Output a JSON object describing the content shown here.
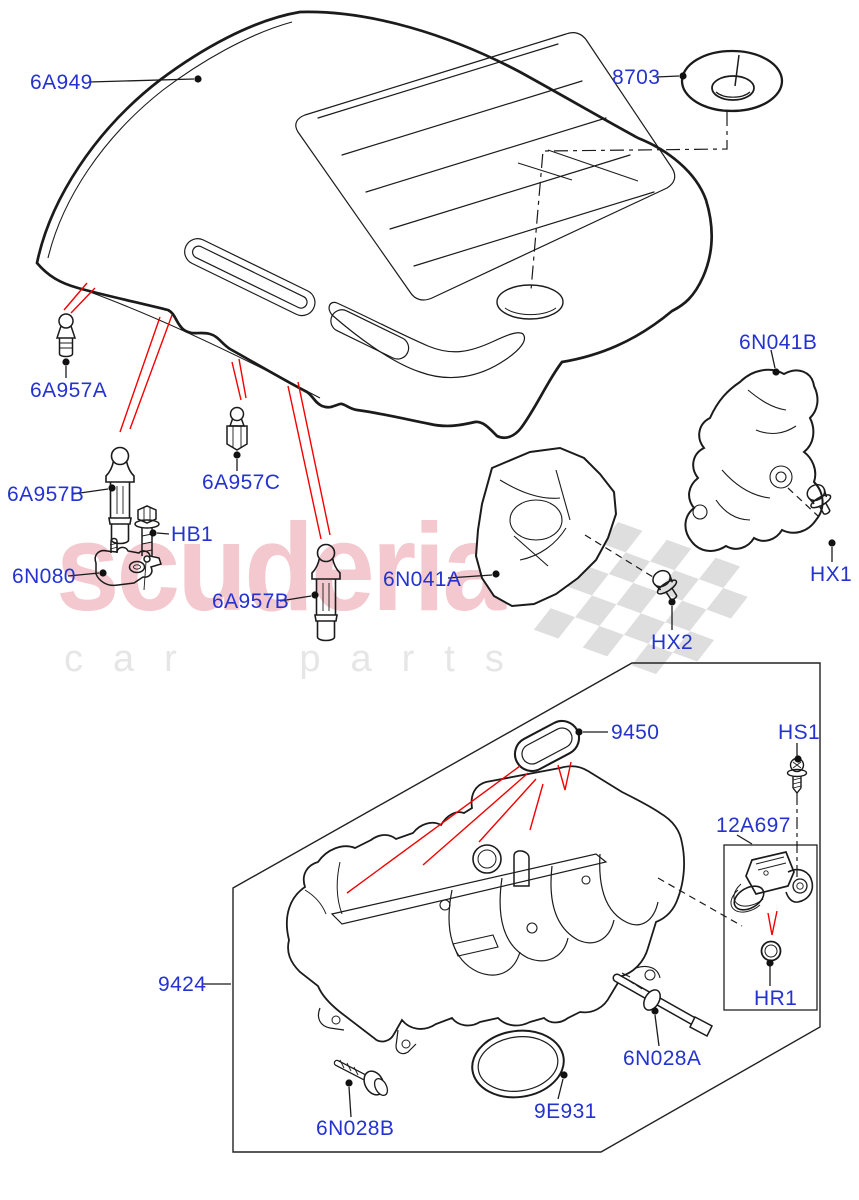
{
  "diagram_type": "parts-exploded-diagram",
  "watermark": {
    "brand": "scuderia",
    "tagline": "car parts"
  },
  "colors": {
    "label_blue": "#2433cf",
    "line_black": "#1b1b1b",
    "pointer_red": "#f40000",
    "watermark_pink": "#f3c8ce",
    "watermark_gray": "#e6e6e6",
    "flag_gray": "#d9d9d9",
    "background": "#ffffff"
  },
  "part_labels": [
    {
      "text": "6A949"
    },
    {
      "text": "8703"
    },
    {
      "text": "6N041B"
    },
    {
      "text": "6A957A"
    },
    {
      "text": "6A957C"
    },
    {
      "text": "6A957B"
    },
    {
      "text": "HB1"
    },
    {
      "text": "6N080"
    },
    {
      "text": "6N041A"
    },
    {
      "text": "6A957B"
    },
    {
      "text": "HX1"
    },
    {
      "text": "HX2"
    },
    {
      "text": "9450"
    },
    {
      "text": "HS1"
    },
    {
      "text": "12A697"
    },
    {
      "text": "9424"
    },
    {
      "text": "HR1"
    },
    {
      "text": "6N028A"
    },
    {
      "text": "9E931"
    },
    {
      "text": "6N028B"
    }
  ]
}
